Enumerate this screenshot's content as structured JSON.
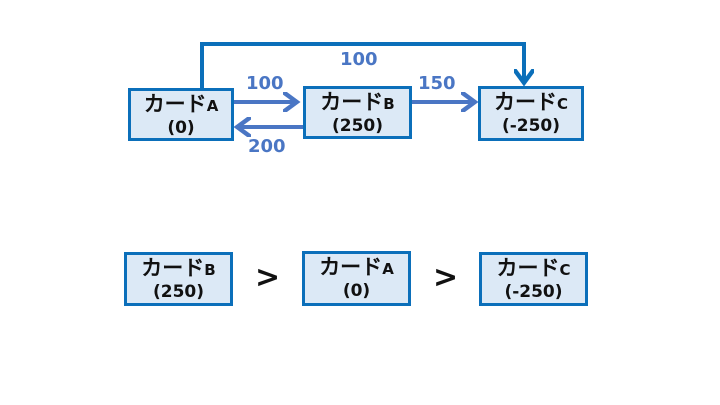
{
  "colors": {
    "box_fill": "#dce9f6",
    "box_border": "#0b6fba",
    "arrow_light": "#4a76c4",
    "arrow_dark": "#0b6fba"
  },
  "flow": {
    "card_a": {
      "name": "カード",
      "sub": "A",
      "value": "(0)"
    },
    "card_b": {
      "name": "カード",
      "sub": "B",
      "value": "(250)"
    },
    "card_c": {
      "name": "カード",
      "sub": "C",
      "value": "(-250)"
    },
    "edges": [
      {
        "from": "A",
        "to": "C",
        "label": "100"
      },
      {
        "from": "A",
        "to": "B",
        "label": "100"
      },
      {
        "from": "B",
        "to": "C",
        "label": "150"
      },
      {
        "from": "B",
        "to": "A",
        "label": "200"
      }
    ]
  },
  "ranking": {
    "items": [
      {
        "name": "カード",
        "sub": "B",
        "value": "(250)"
      },
      {
        "name": "カード",
        "sub": "A",
        "value": "(0)"
      },
      {
        "name": "カード",
        "sub": "C",
        "value": "(-250)"
      }
    ],
    "separators": [
      ">",
      ">"
    ]
  }
}
